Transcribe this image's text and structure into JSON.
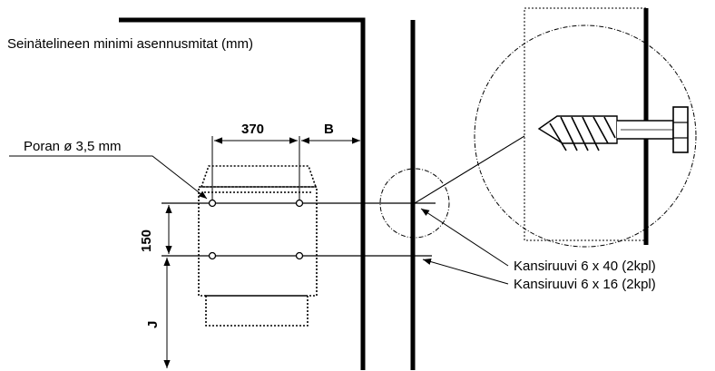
{
  "labels": {
    "title": "Seinätelineen minimi asennusmitat (mm)",
    "drill": "Poran ø 3,5 mm",
    "screw_40": "Kansiruuvi 6 x 40 (2kpl)",
    "screw_16": "Kansiruuvi 6 x 16 (2kpl)"
  },
  "dimensions": {
    "width": "370",
    "wall_gap": "B",
    "height": "150",
    "floor": "J"
  },
  "colors": {
    "line": "#000000",
    "background": "#ffffff"
  }
}
